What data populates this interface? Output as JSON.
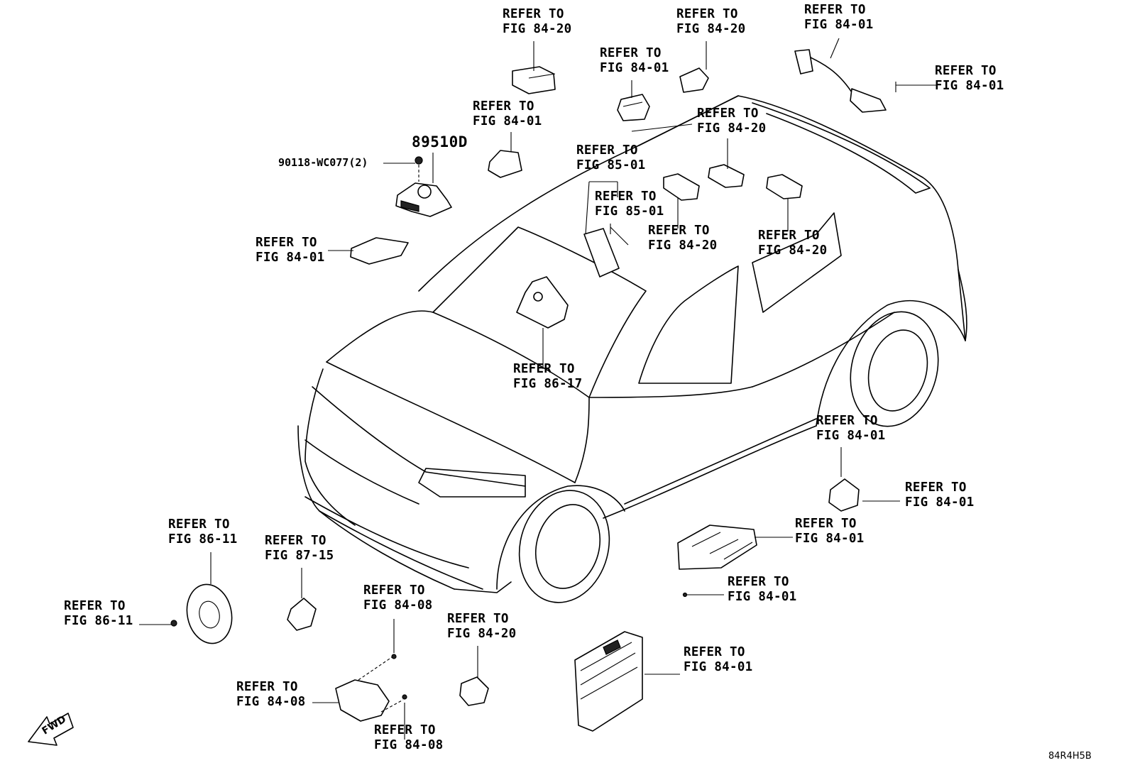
{
  "diagram_code": "84R4H5B",
  "direction_label": "FWD",
  "parts": {
    "module": "89510D",
    "bolt": "90118-WC077(2)"
  },
  "callouts": [
    {
      "line1": "REFER TO",
      "line2": "FIG 84-20"
    },
    {
      "line1": "REFER TO",
      "line2": "FIG 84-20"
    },
    {
      "line1": "REFER TO",
      "line2": "FIG 84-01"
    },
    {
      "line1": "REFER TO",
      "line2": "FIG 84-01"
    },
    {
      "line1": "REFER TO",
      "line2": "FIG 84-01"
    },
    {
      "line1": "REFER TO",
      "line2": "FIG 84-01"
    },
    {
      "line1": "REFER TO",
      "line2": "FIG 84-20"
    },
    {
      "line1": "REFER TO",
      "line2": "FIG 85-01"
    },
    {
      "line1": "REFER TO",
      "line2": "FIG 85-01"
    },
    {
      "line1": "REFER TO",
      "line2": "FIG 84-20"
    },
    {
      "line1": "REFER TO",
      "line2": "FIG 84-20"
    },
    {
      "line1": "REFER TO",
      "line2": "FIG 84-01"
    },
    {
      "line1": "REFER TO",
      "line2": "FIG 86-17"
    },
    {
      "line1": "REFER TO",
      "line2": "FIG 84-01"
    },
    {
      "line1": "REFER TO",
      "line2": "FIG 84-01"
    },
    {
      "line1": "REFER TO",
      "line2": "FIG 84-01"
    },
    {
      "line1": "REFER TO",
      "line2": "FIG 84-01"
    },
    {
      "line1": "REFER TO",
      "line2": "FIG 86-11"
    },
    {
      "line1": "REFER TO",
      "line2": "FIG 87-15"
    },
    {
      "line1": "REFER TO",
      "line2": "FIG 86-11"
    },
    {
      "line1": "REFER TO",
      "line2": "FIG 84-08"
    },
    {
      "line1": "REFER TO",
      "line2": "FIG 84-20"
    },
    {
      "line1": "REFER TO",
      "line2": "FIG 84-01"
    },
    {
      "line1": "REFER TO",
      "line2": "FIG 84-08"
    },
    {
      "line1": "REFER TO",
      "line2": "FIG 84-08"
    }
  ]
}
